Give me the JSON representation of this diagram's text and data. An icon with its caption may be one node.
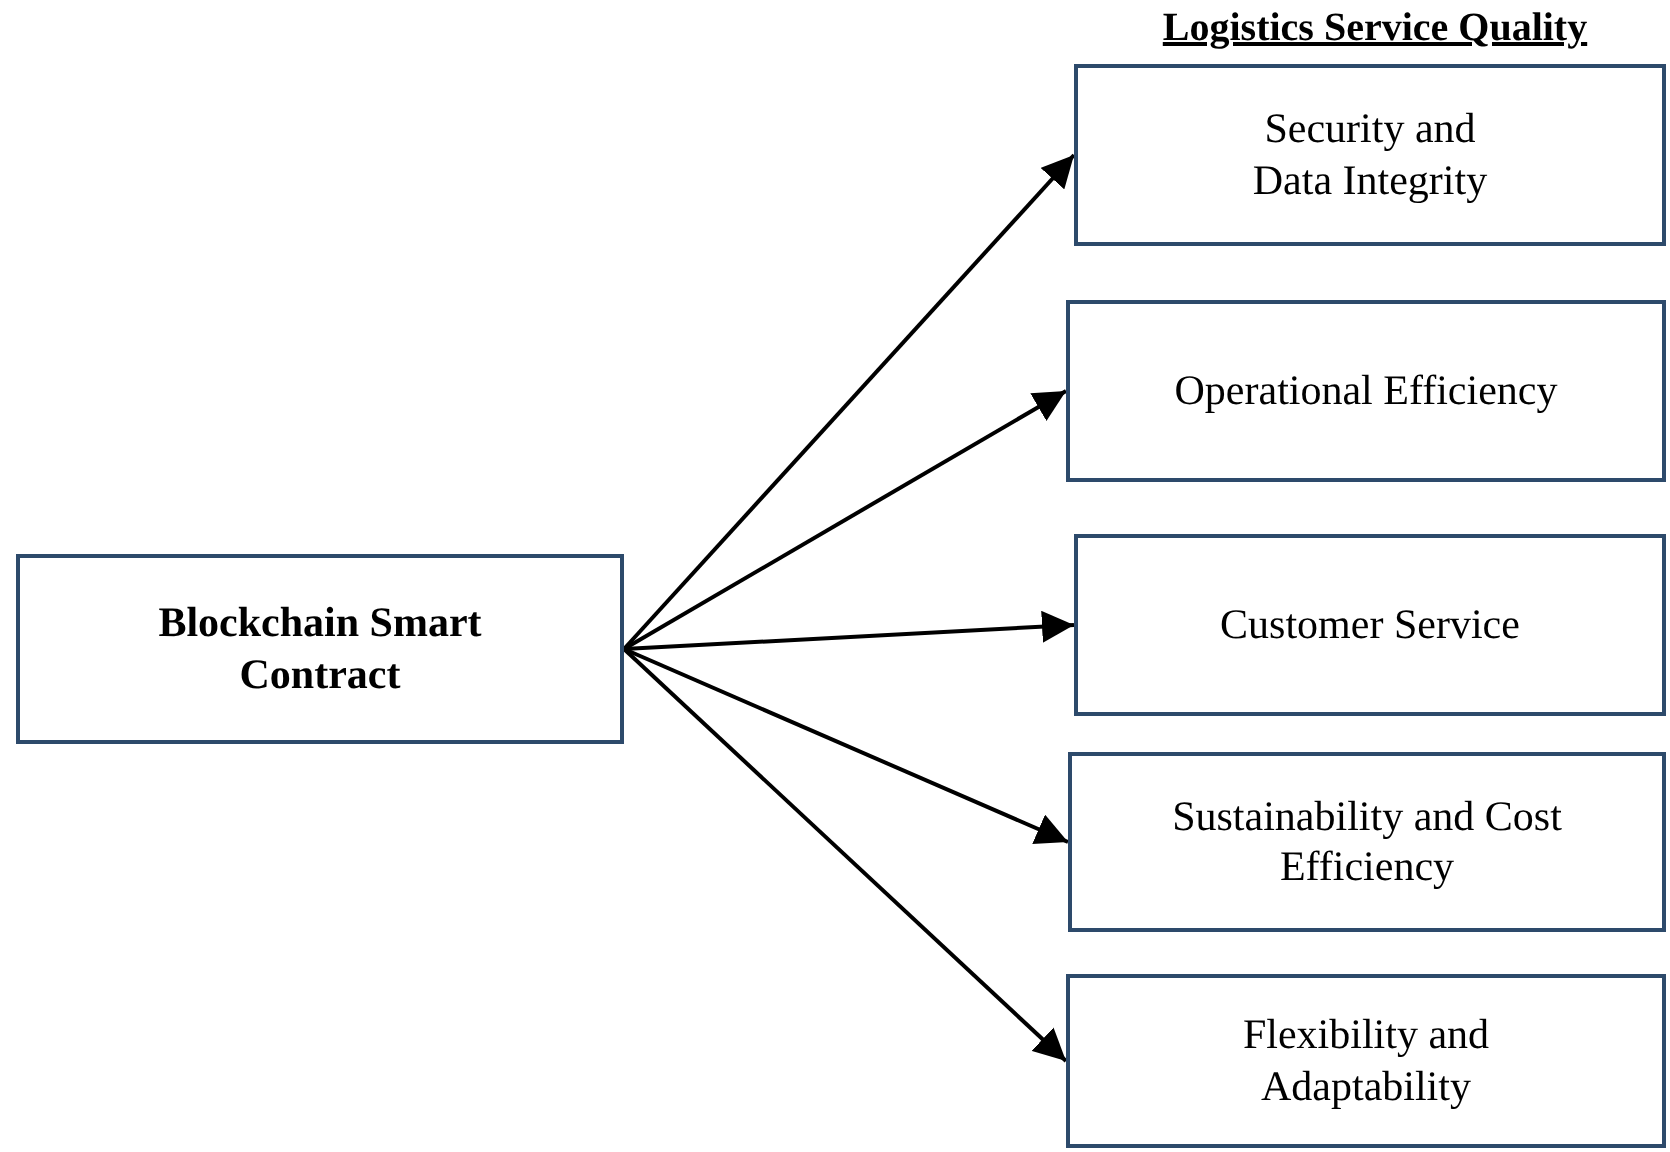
{
  "diagram": {
    "title": "Logistics Service Quality",
    "nodes": [
      {
        "text": [
          "Blockchain Smart Contract"
        ]
      },
      {
        "text": [
          "Security and Data Integrity"
        ]
      },
      {
        "text": [
          "Operational Efficiency"
        ]
      },
      {
        "text": [
          "Customer Service"
        ]
      },
      {
        "text": [
          "Sustainability and Cost Efficiency"
        ]
      },
      {
        "text": [
          "Flexibility and Adaptability"
        ]
      }
    ],
    "edges": [
      {
        "from": 0,
        "to": 1,
        "arrow": "to"
      },
      {
        "from": 0,
        "to": 2,
        "arrow": "to"
      },
      {
        "from": 0,
        "to": 3,
        "arrow": "to"
      },
      {
        "from": 0,
        "to": 4,
        "arrow": "to"
      },
      {
        "from": 0,
        "to": 5,
        "arrow": "to"
      }
    ]
  }
}
